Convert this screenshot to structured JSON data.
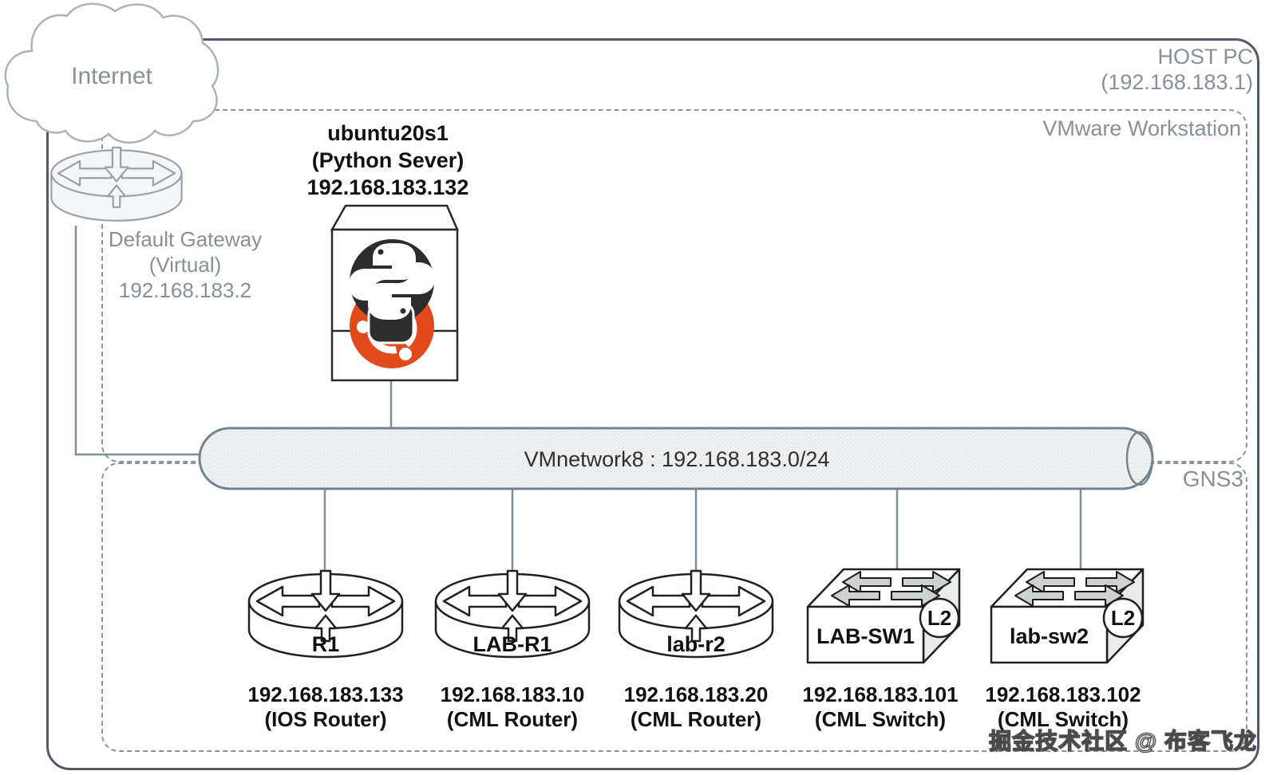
{
  "internet": {
    "label": "Internet"
  },
  "host_pc": {
    "title": "HOST PC",
    "ip": "(192.168.183.1)"
  },
  "vmware": {
    "label": "VMware Workstation"
  },
  "gns3": {
    "label": "GNS3"
  },
  "gateway": {
    "line1": "Default Gateway",
    "line2": "(Virtual)",
    "line3": "192.168.183.2"
  },
  "server": {
    "name": "ubuntu20s1",
    "role": "(Python Sever)",
    "ip": "192.168.183.132"
  },
  "bus": {
    "label": "VMnetwork8 : 192.168.183.0/24"
  },
  "devices": [
    {
      "name": "R1",
      "ip": "192.168.183.133",
      "type": "(IOS Router)",
      "kind": "router"
    },
    {
      "name": "LAB-R1",
      "ip": "192.168.183.10",
      "type": "(CML Router)",
      "kind": "router"
    },
    {
      "name": "lab-r2",
      "ip": "192.168.183.20",
      "type": "(CML Router)",
      "kind": "router"
    },
    {
      "name": "LAB-SW1",
      "ip": "192.168.183.101",
      "type": "(CML Switch)",
      "kind": "switch",
      "badge": "L2"
    },
    {
      "name": "lab-sw2",
      "ip": "192.168.183.102",
      "type": "(CML Switch)",
      "kind": "switch",
      "badge": "L2"
    }
  ],
  "watermark": {
    "text": "掘金技术社区 @ 布客飞龙"
  },
  "colors": {
    "host_border": "#4f5b66",
    "dashed_border": "#8b949b",
    "gray_text": "#86909a",
    "pipe_stroke": "#73838e",
    "pipe_fill": "#eff1f2",
    "device_stroke": "#202020",
    "python_black": "#2d2d2d",
    "ubuntu_orange": "#e2491d",
    "watermark_text": "#ffffff"
  }
}
